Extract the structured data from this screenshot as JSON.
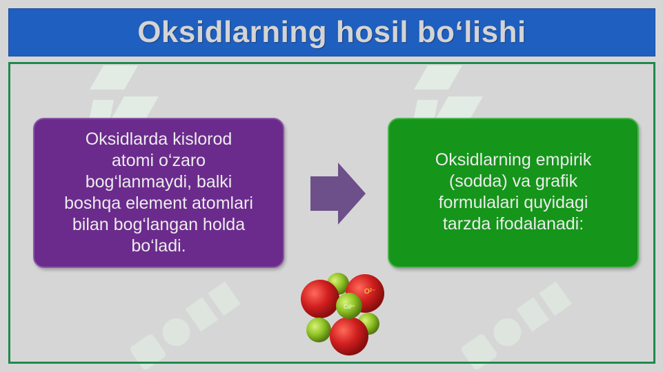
{
  "slide": {
    "title": "Oksidlarning hosil bo‘lishi",
    "left_box": {
      "text": "Oksidlarda kislorod\natomi o‘zaro\nbog‘lanmaydi, balki\nboshqa element atomlari\nbilan bog‘langan holda\nbo‘ladi."
    },
    "right_box": {
      "text": "Oksidlarning empirik\n(sodda) va grafik\nformulalari quyidagi\ntarzda ifodalanadi:"
    },
    "molecule": {
      "oxygen_ion_label": "O²⁻",
      "metal_ion_label": "Cd²⁺"
    }
  },
  "icons": {
    "arrow": "right-arrow-icon",
    "watermark": "logo-watermark-icon",
    "molecule": "crystal-lattice-icon"
  },
  "colors": {
    "title_bar": "#1f5fbf",
    "title_text": "#d4d4d4",
    "frame_border": "#1e8a4c",
    "left_box": "#6b2b8c",
    "right_box": "#15951a",
    "arrow": "#6d4f8a",
    "oxygen_atom": "#c81e1e",
    "metal_atom": "#8cc21f",
    "background": "#d6d6d6"
  }
}
